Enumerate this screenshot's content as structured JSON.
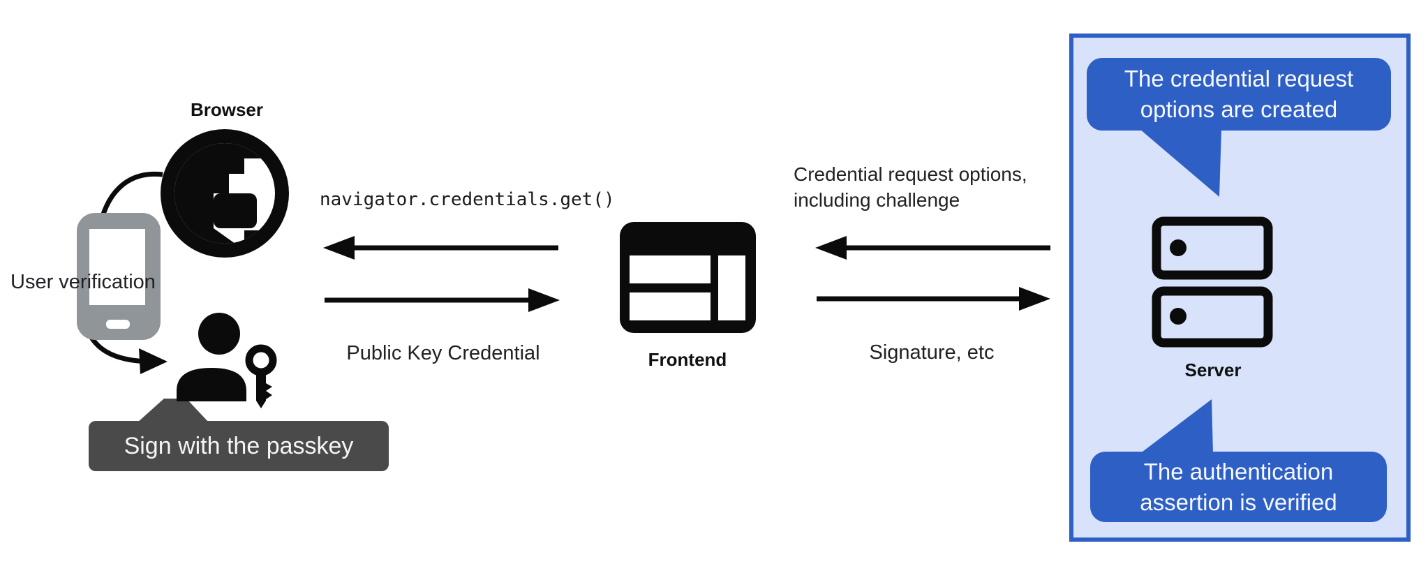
{
  "colors": {
    "accent_blue": "#2E5FC5",
    "panel_background": "#D8E3FB",
    "tooltip_gray": "#4A4A4A",
    "phone_gray": "#909599",
    "icon_black": "#0b0b0b",
    "text_dark": "#202124"
  },
  "nodes": {
    "browser": {
      "label": "Browser",
      "verification_label": "User verification",
      "tooltip": "Sign with the passkey"
    },
    "frontend": {
      "label": "Frontend"
    },
    "server": {
      "label": "Server",
      "bubble_request": "The credential request options are created",
      "bubble_verify": "The authentication assertion is verified"
    }
  },
  "flows": {
    "frontend_to_browser": "navigator.credentials.get()",
    "browser_to_frontend": "Public Key Credential",
    "server_to_frontend": "Credential request options, including challenge",
    "frontend_to_server": "Signature, etc"
  }
}
